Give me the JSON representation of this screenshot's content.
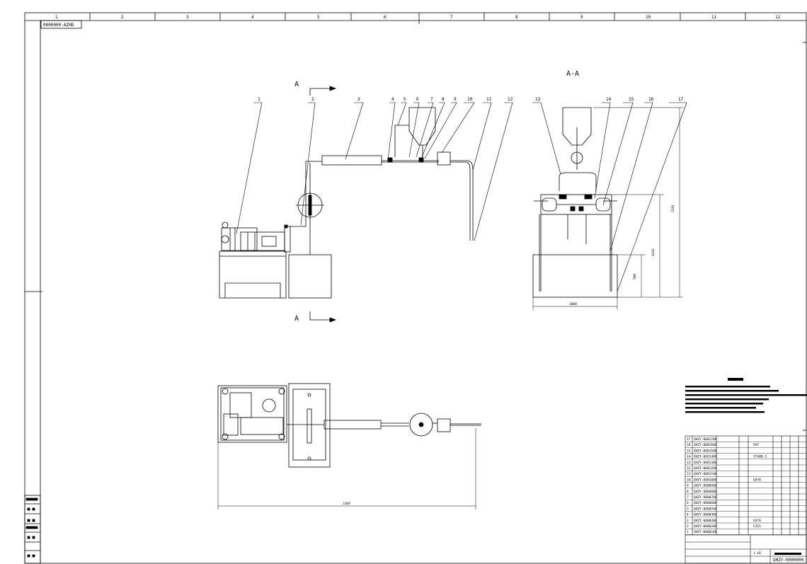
{
  "sheet": {
    "drawing_number": "0000000-AZHD",
    "grid_columns": [
      "1",
      "2",
      "3",
      "4",
      "5",
      "6",
      "7",
      "8",
      "9",
      "10",
      "11",
      "12"
    ]
  },
  "views": {
    "section_mark": "A",
    "section_title": "A-A"
  },
  "callouts": [
    "1",
    "2",
    "3",
    "4",
    "5",
    "6",
    "7",
    "8",
    "9",
    "10",
    "11",
    "12",
    "13",
    "14",
    "15",
    "16",
    "17"
  ],
  "dimensions": {
    "plan_length": "3109",
    "section_width": "1000",
    "tank_height": "500",
    "frame_height": "1242",
    "overall_height": "2281"
  },
  "bom": {
    "rows": [
      {
        "no": "17",
        "code": "QHZY-0001700"
      },
      {
        "no": "16",
        "code": "QHZY-0001600",
        "material": "PVC"
      },
      {
        "no": "15",
        "code": "QHZY-0001500"
      },
      {
        "no": "14",
        "code": "QHZY-0001400",
        "material": "ST40B-3"
      },
      {
        "no": "13",
        "code": "QHZY-0001300"
      },
      {
        "no": "12",
        "code": "QHZY-0001200"
      },
      {
        "no": "11",
        "code": "QHZY-0001100"
      },
      {
        "no": "10",
        "code": "QHZY-0001000",
        "material": "Q470"
      },
      {
        "no": "9",
        "code": "QHZY-0000900"
      },
      {
        "no": "8",
        "code": "QHZY-0000800"
      },
      {
        "no": "7",
        "code": "QHZY-0000700"
      },
      {
        "no": "6",
        "code": "QHZY-0000600"
      },
      {
        "no": "5",
        "code": "QHZY-0000500"
      },
      {
        "no": "4",
        "code": "QHZY-0000400"
      },
      {
        "no": "3",
        "code": "QHZY-0000300",
        "material": "Q470"
      },
      {
        "no": "2",
        "code": "QHZY-0000200",
        "material": "C355"
      },
      {
        "no": "1",
        "code": "QHZY-0000100"
      }
    ],
    "title_drawing_number": "QHZY-0000000",
    "scale": "1:10"
  },
  "colors": {
    "line": "#000000",
    "paper": "#ffffff"
  }
}
